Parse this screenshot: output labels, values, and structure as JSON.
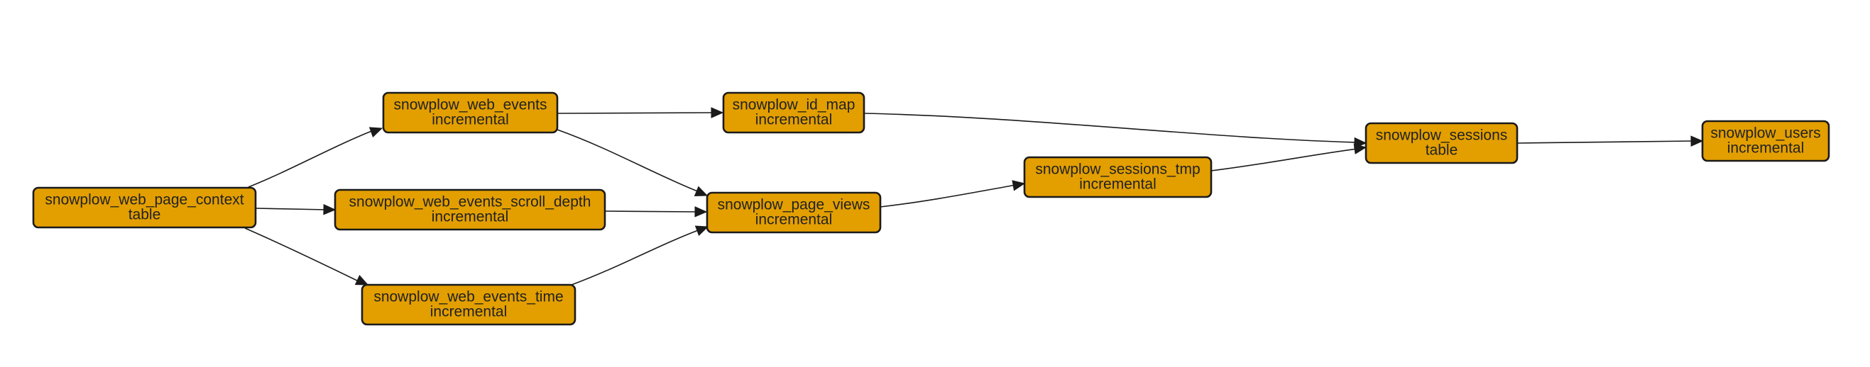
{
  "diagram": {
    "nodes": [
      {
        "id": "web_page_context",
        "name": "snowplow_web_page_context",
        "materialization": "table"
      },
      {
        "id": "web_events",
        "name": "snowplow_web_events",
        "materialization": "incremental"
      },
      {
        "id": "scroll_depth",
        "name": "snowplow_web_events_scroll_depth",
        "materialization": "incremental"
      },
      {
        "id": "events_time",
        "name": "snowplow_web_events_time",
        "materialization": "incremental"
      },
      {
        "id": "id_map",
        "name": "snowplow_id_map",
        "materialization": "incremental"
      },
      {
        "id": "page_views",
        "name": "snowplow_page_views",
        "materialization": "incremental"
      },
      {
        "id": "sessions_tmp",
        "name": "snowplow_sessions_tmp",
        "materialization": "incremental"
      },
      {
        "id": "sessions",
        "name": "snowplow_sessions",
        "materialization": "table"
      },
      {
        "id": "users",
        "name": "snowplow_users",
        "materialization": "incremental"
      }
    ],
    "edges": [
      {
        "from": "web_page_context",
        "to": "web_events"
      },
      {
        "from": "web_page_context",
        "to": "scroll_depth"
      },
      {
        "from": "web_page_context",
        "to": "events_time"
      },
      {
        "from": "web_events",
        "to": "id_map"
      },
      {
        "from": "web_events",
        "to": "page_views"
      },
      {
        "from": "scroll_depth",
        "to": "page_views"
      },
      {
        "from": "events_time",
        "to": "page_views"
      },
      {
        "from": "id_map",
        "to": "sessions"
      },
      {
        "from": "page_views",
        "to": "sessions_tmp"
      },
      {
        "from": "sessions_tmp",
        "to": "sessions"
      },
      {
        "from": "sessions",
        "to": "users"
      }
    ],
    "colors": {
      "node_fill": "#e39f00",
      "node_stroke": "#1a1a1a",
      "edge": "#1a1a1a",
      "text": "#222222"
    }
  }
}
